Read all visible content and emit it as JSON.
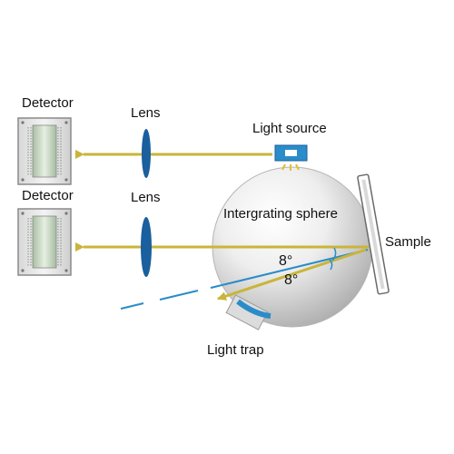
{
  "labels": {
    "detector_top": "Detector",
    "detector_bottom": "Detector",
    "lens_top": "Lens",
    "lens_bottom": "Lens",
    "light_source": "Light source",
    "sphere": "Intergrating sphere",
    "sample": "Sample",
    "light_trap": "Light trap",
    "angle_upper": "8°",
    "angle_lower": "8°"
  },
  "colors": {
    "beam": "#c9b53a",
    "lens": "#1a5f9e",
    "source_body": "#2a8cc8",
    "trap_arc": "#2a8cc8",
    "specular_dash": "#2a8cc8",
    "detector_frame": "#8a8a8a"
  }
}
